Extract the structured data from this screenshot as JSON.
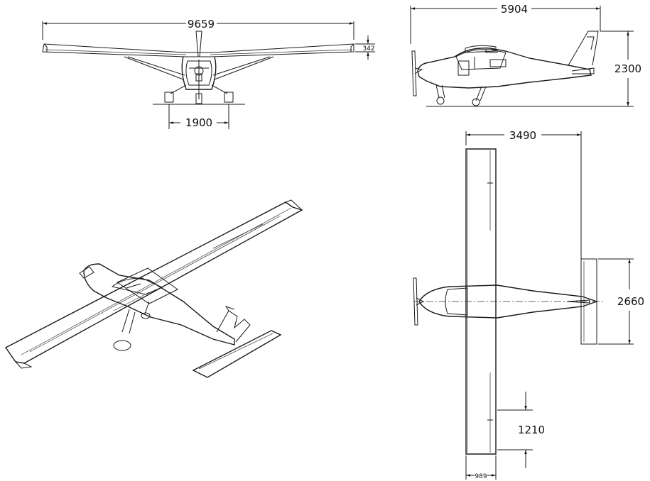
{
  "dimensions": {
    "wingspan": "9659",
    "winglet_height": "342",
    "main_gear_track": "1900",
    "length": "5904",
    "height": "2300",
    "wing_position": "3490",
    "tailplane_span": "2660",
    "flap_span": "1210",
    "wing_chord": "989"
  },
  "views": [
    "front-view",
    "side-view",
    "top-view",
    "isometric-view"
  ]
}
